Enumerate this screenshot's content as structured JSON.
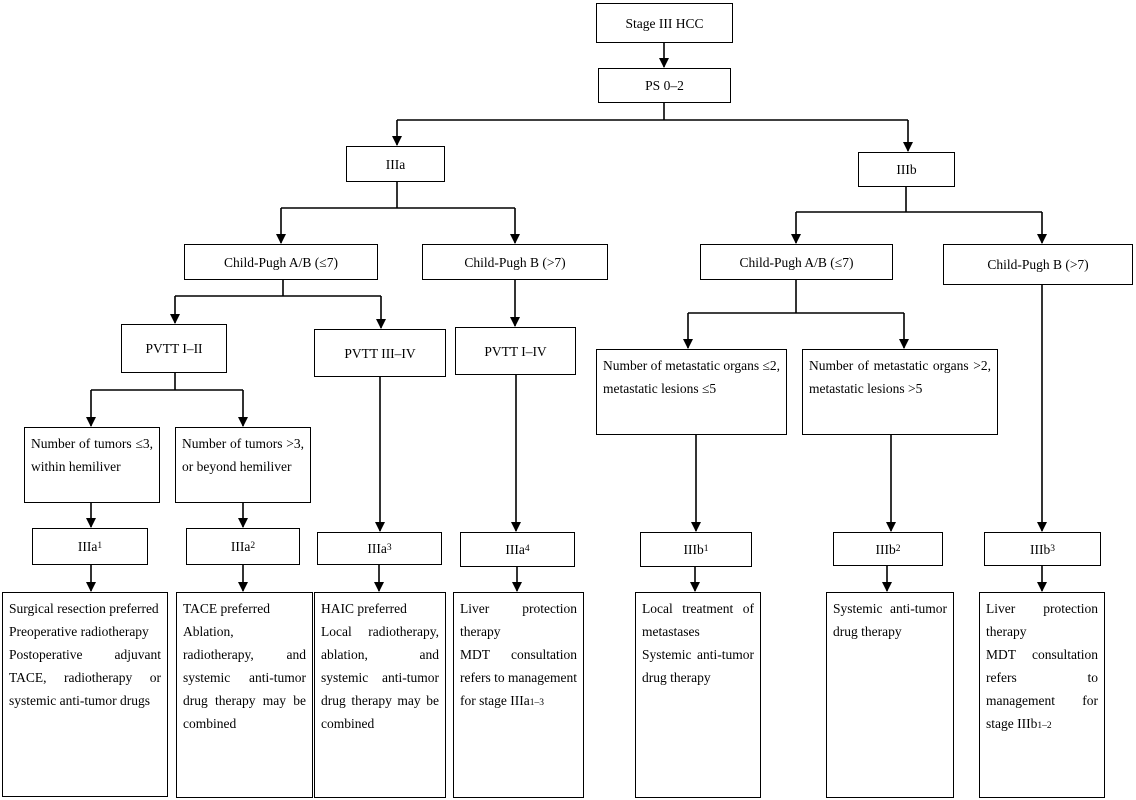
{
  "nodes": {
    "root": "Stage III HCC",
    "ps": "PS 0–2",
    "iiia": "IIIa",
    "iiib": "IIIb",
    "cp_ab_a": "Child-Pugh A/B (≤7)",
    "cp_b_a": "Child-Pugh B (>7)",
    "cp_ab_b": "Child-Pugh A/B (≤7)",
    "cp_b_b": "Child-Pugh B (>7)",
    "pvtt_1_2": "PVTT I–II",
    "pvtt_3_4": "PVTT III–IV",
    "pvtt_1_4": "PVTT I–IV",
    "tumors_le3": "Number of tumors ≤3, within hemiliver",
    "tumors_gt3": "Number of tumors >3, or beyond hemiliver",
    "meta_le2": "Number of metastatic organs ≤2, metastatic lesions ≤5",
    "meta_gt2": "Number of metastatic organs >2, metastatic lesions >5"
  },
  "stages": {
    "iiia1": {
      "main": "IIIa",
      "sub": "1"
    },
    "iiia2": {
      "main": "IIIa",
      "sub": "2"
    },
    "iiia3": {
      "main": "IIIa",
      "sub": "3"
    },
    "iiia4": {
      "main": "IIIa",
      "sub": "4"
    },
    "iiib1": {
      "main": "IIIb",
      "sub": "1"
    },
    "iiib2": {
      "main": "IIIb",
      "sub": "2"
    },
    "iiib3": {
      "main": "IIIb",
      "sub": "3"
    }
  },
  "treatments": {
    "iiia1": [
      "Surgical resection preferred",
      "Preoperative radiotherapy",
      "Postoperative adjuvant TACE, radiotherapy or systemic anti-tumor drugs"
    ],
    "iiia2": [
      "TACE preferred",
      "Ablation, radiotherapy, and systemic anti-tumor drug therapy may be combined"
    ],
    "iiia3": [
      "HAIC preferred",
      "Local radiotherapy, ablation, and systemic anti-tumor drug therapy may be combined"
    ],
    "iiia4_lines": [
      "Liver protection therapy",
      "MDT consultation refers to management for stage"
    ],
    "iiia4_ref": {
      "main": "IIIa",
      "sub": "1–3"
    },
    "iiib1": [
      "Local treatment of metastases",
      "Systemic anti-tumor drug therapy"
    ],
    "iiib2": [
      "Systemic anti-tumor drug therapy"
    ],
    "iiib3_lines": [
      "Liver protection therapy",
      "MDT consultation refers to management for stage"
    ],
    "iiib3_ref": {
      "main": "IIIb",
      "sub": "1–2"
    }
  }
}
